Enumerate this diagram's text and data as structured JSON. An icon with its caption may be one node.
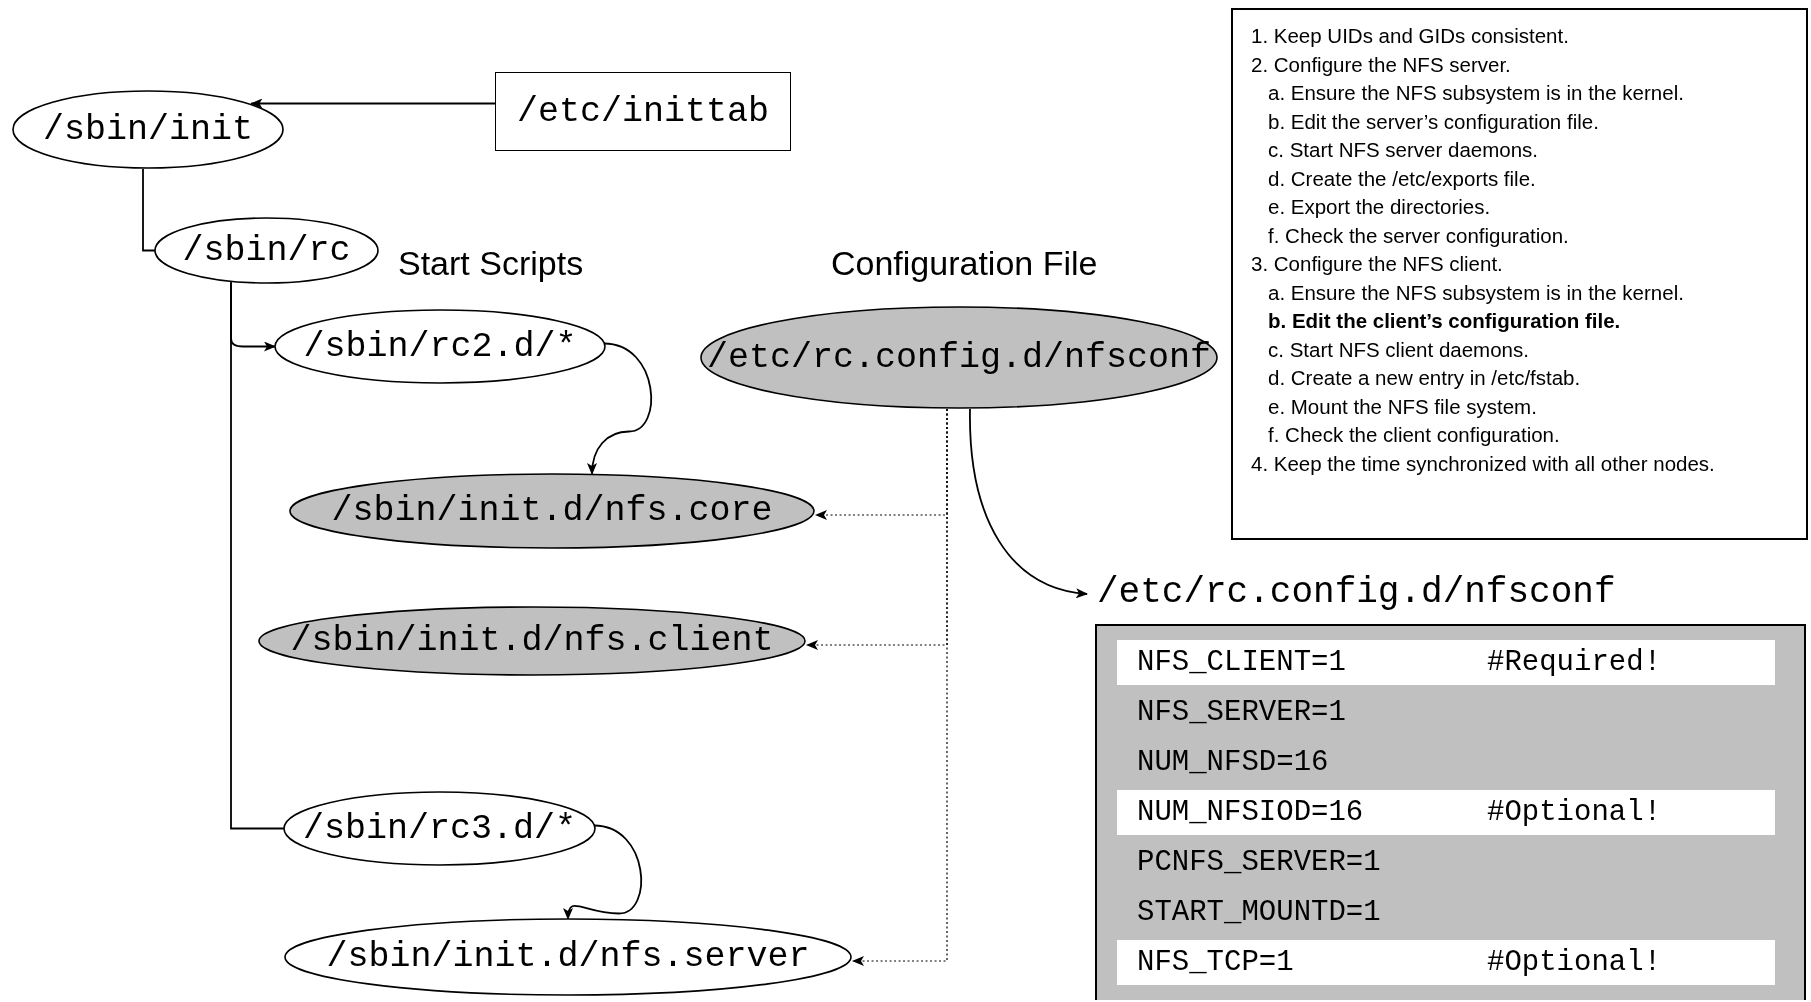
{
  "diagram": {
    "nodes": [
      {
        "text": [
          "/sbin/init"
        ]
      },
      {
        "text": [
          "/etc/inittab"
        ]
      },
      {
        "text": [
          "/sbin/rc"
        ]
      },
      {
        "text": [
          "/sbin/rc2.d/*"
        ]
      },
      {
        "text": [
          "/etc/rc.config.d/nfsconf"
        ]
      },
      {
        "text": [
          "/sbin/init.d/nfs.core"
        ]
      },
      {
        "text": [
          "/sbin/init.d/nfs.client"
        ]
      },
      {
        "text": [
          "/sbin/rc3.d/*"
        ]
      },
      {
        "text": [
          "/sbin/init.d/nfs.server"
        ]
      },
      {
        "text": [
          "/etc/rc.config.d/nfsconf"
        ]
      },
      {
        "text": [
          "1. Keep UIDs and GIDs consistent.",
          "2. Configure the NFS server.",
          "a. Ensure the NFS subsystem is in the kernel.",
          "b. Edit the server’s configuration file.",
          "c. Start NFS server daemons.",
          "d. Create the /etc/exports file.",
          "e. Export the directories.",
          "f. Check the server configuration.",
          "3. Configure the NFS client.",
          "a. Ensure the NFS subsystem is in the kernel.",
          "b. Edit the client’s configuration file.",
          "c. Start NFS client daemons.",
          "d. Create a new entry in /etc/fstab.",
          "e. Mount the NFS file system.",
          "f. Check the client configuration.",
          "4. Keep the time synchronized with all other nodes."
        ]
      },
      {
        "text": [
          "NFS_CLIENT=1",
          "#Required!"
        ],
        "in": 9
      },
      {
        "text": [
          "NFS_SERVER=1"
        ],
        "in": 9
      },
      {
        "text": [
          "NUM_NFSD=16"
        ],
        "in": 9
      },
      {
        "text": [
          "NUM_NFSIOD=16",
          "#Optional!"
        ],
        "in": 9
      },
      {
        "text": [
          "PCNFS_SERVER=1"
        ],
        "in": 9
      },
      {
        "text": [
          "START_MOUNTD=1"
        ],
        "in": 9
      },
      {
        "text": [
          "NFS_TCP=1",
          "#Optional!"
        ],
        "in": 9
      }
    ],
    "edges": [
      {
        "from": 1,
        "to": 0,
        "arrow": "to"
      },
      {
        "from": 0,
        "to": 2,
        "arrow": "none"
      },
      {
        "from": 2,
        "to": 3,
        "arrow": "to"
      },
      {
        "from": 2,
        "to": 7,
        "arrow": "none"
      },
      {
        "from": 3,
        "to": 5,
        "arrow": "to"
      },
      {
        "from": 7,
        "to": 8,
        "arrow": "to"
      },
      {
        "from": 4,
        "to": 5,
        "arrow": "to",
        "style": "dashed"
      },
      {
        "from": 4,
        "to": 6,
        "arrow": "to",
        "style": "dashed"
      },
      {
        "from": 4,
        "to": 8,
        "arrow": "to",
        "style": "dashed"
      },
      {
        "from": 4,
        "to": 9,
        "arrow": "to"
      }
    ],
    "labels": [
      "Start Scripts",
      "Configuration File"
    ]
  }
}
